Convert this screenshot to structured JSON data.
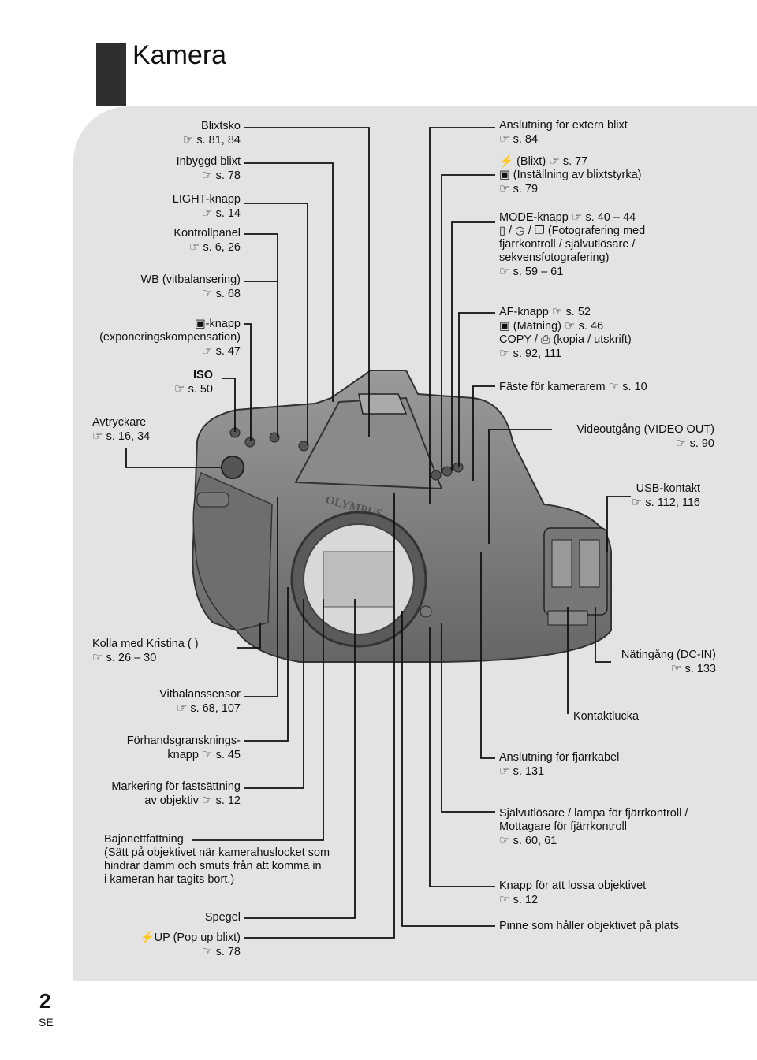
{
  "page": {
    "title": "Kamera",
    "number": "2",
    "lang": "SE"
  },
  "colors": {
    "title_bar": "#2f2f2f",
    "panel": "#e3e3e3",
    "camera": "#7c7c7c"
  },
  "left_labels": [
    {
      "name": "Blixtsko",
      "ref": "s. 81, 84"
    },
    {
      "name": "Inbyggd blixt",
      "ref": "s. 78"
    },
    {
      "name": "LIGHT-knapp",
      "ref": "s. 14"
    },
    {
      "name": "Kontrollpanel",
      "ref": "s. 6, 26"
    },
    {
      "name": "WB (vitbalansering)",
      "ref": "s. 68"
    },
    {
      "name": "-knapp",
      "name2": "(exponeringskompensation)",
      "ref": "s. 47"
    },
    {
      "name": "ISO",
      "ref": "s. 50"
    },
    {
      "name": "Avtryckare",
      "ref": "s. 16, 34"
    }
  ],
  "right_labels": [
    {
      "name": "Anslutning för extern blixt",
      "ref": "s. 84"
    },
    {
      "name": "(Blixt)",
      "ref": "s. 77",
      "name2": "(Inställning av blixtstyrka)",
      "ref2": "s. 79"
    },
    {
      "name": "MODE-knapp",
      "ref": "s. 40 – 44",
      "name2": "(Fotografering med",
      "name3": "fjärrkontroll / självutlösare /",
      "name4": "sekvensfotografering)",
      "ref2": "s. 59 – 61"
    },
    {
      "name": "AF-knapp",
      "ref": "s. 52",
      "name2": "(Mätning)",
      "ref2": "s. 46",
      "name3": "COPY /",
      "name4": "(kopia / utskrift)",
      "ref3": "s. 92, 111"
    },
    {
      "name": "Fäste för kamerarem",
      "ref": "s. 10"
    },
    {
      "name": "Videoutgång (VIDEO OUT)",
      "ref": "s. 90"
    },
    {
      "name": "USB-kontakt",
      "ref": "s. 112, 116"
    }
  ],
  "lower_left": [
    {
      "name": "Kolla med Kristina (    )",
      "ref": "s. 26 – 30"
    },
    {
      "name": "Vitbalanssensor",
      "ref": "s. 68, 107"
    },
    {
      "name": "Förhandsgransknings-",
      "name2": "knapp",
      "ref": "s. 45"
    },
    {
      "name": "Markering för fastsättning",
      "name2": "av objektiv",
      "ref": "s. 12"
    },
    {
      "name": "Bajonettfattning",
      "desc": [
        "(Sätt på objektivet när kamerahuslocket som",
        "hindrar damm och smuts från att komma in",
        "i kameran har tagits bort.)"
      ]
    },
    {
      "name": "Spegel"
    },
    {
      "name": "UP (Pop up blixt)",
      "ref": "s. 78"
    }
  ],
  "lower_right": [
    {
      "name": "Nätingång (DC-IN)",
      "ref": "s. 133"
    },
    {
      "name": "Kontaktlucka"
    },
    {
      "name": "Anslutning för fjärrkabel",
      "ref": "s. 131"
    },
    {
      "name": "Självutlösare / lampa för fjärrkontroll /",
      "name2": "Mottagare för fjärrkontroll",
      "ref": "s. 60, 61"
    },
    {
      "name": "Knapp för att lossa objektivet",
      "ref": "s. 12"
    },
    {
      "name": "Pinne som håller objektivet på plats"
    }
  ],
  "camera": {
    "brand": "OLYMPUS"
  }
}
